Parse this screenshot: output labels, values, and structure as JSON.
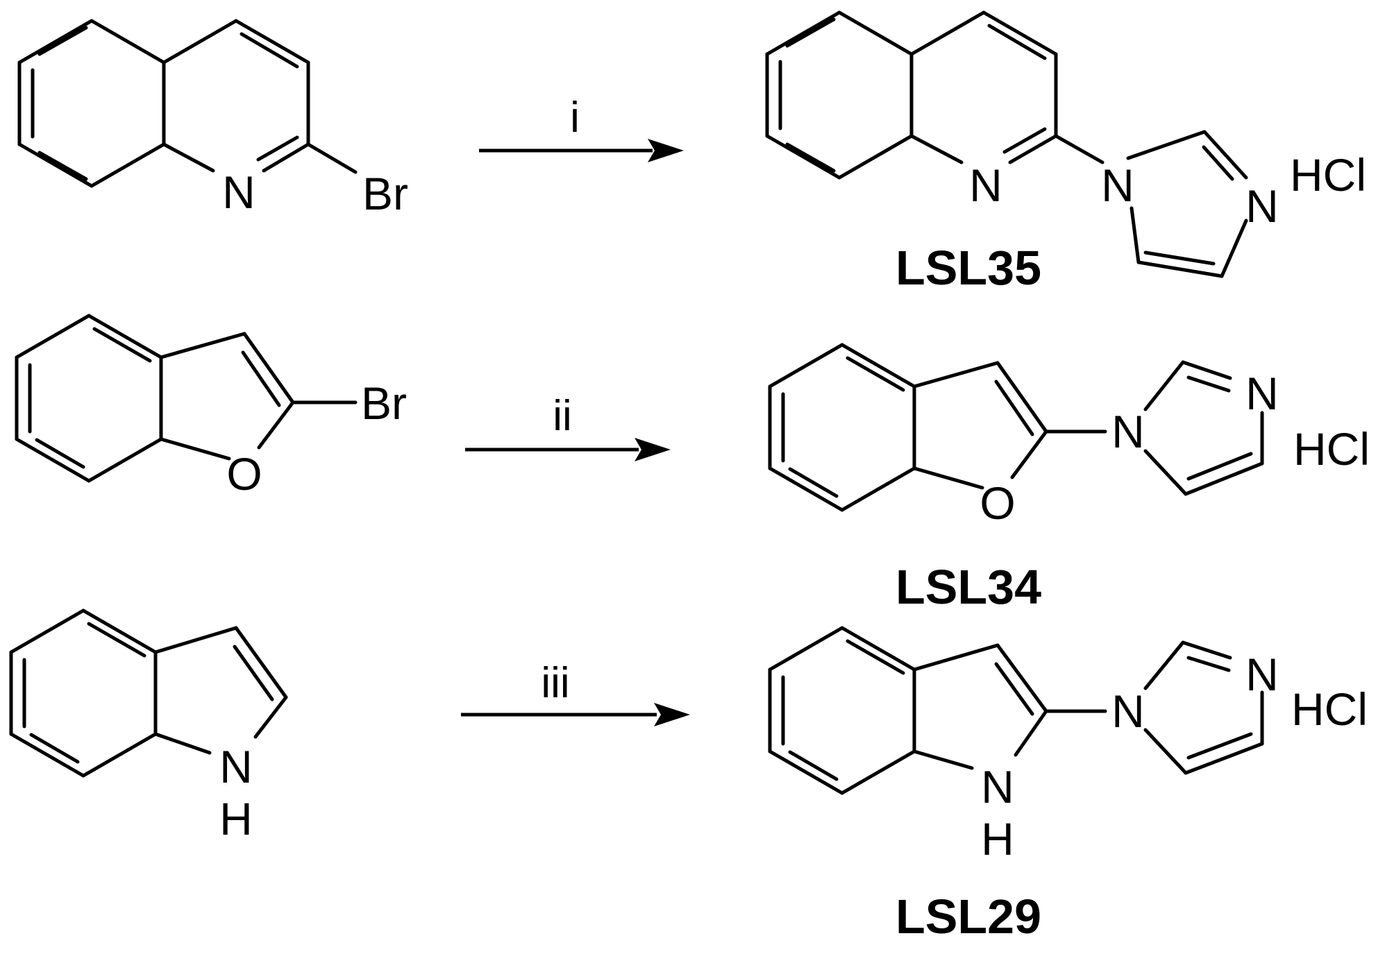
{
  "reactions": [
    {
      "condition": "i",
      "reactant": {
        "atoms": {
          "n": "N",
          "br": "Br"
        }
      },
      "product": {
        "atoms": {
          "n1": "N",
          "n2": "N",
          "n3": "N"
        },
        "salt": "HCl",
        "label": "LSL35"
      }
    },
    {
      "condition": "ii",
      "reactant": {
        "atoms": {
          "o": "O",
          "br": "Br"
        }
      },
      "product": {
        "atoms": {
          "o": "O",
          "n1": "N",
          "n2": "N"
        },
        "salt": "HCl",
        "label": "LSL34"
      }
    },
    {
      "condition": "iii",
      "reactant": {
        "atoms": {
          "n": "N",
          "h": "H"
        }
      },
      "product": {
        "atoms": {
          "n": "N",
          "h": "H",
          "n1": "N",
          "n2": "N"
        },
        "salt": "HCl",
        "label": "LSL29"
      }
    }
  ]
}
